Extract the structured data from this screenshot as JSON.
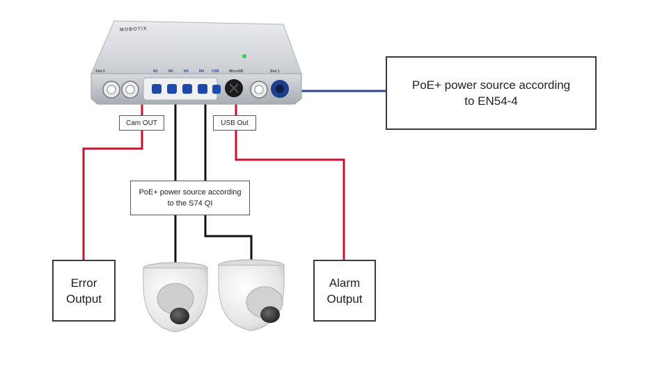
{
  "device": {
    "brand": "MOBOTIX",
    "slot_left": "Slot 2",
    "slot_right": "Slot 1",
    "microsb": "MicroSB",
    "ports": [
      "M1",
      "M2",
      "M3",
      "M4",
      "USB"
    ]
  },
  "labels": {
    "poe_en54": "PoE+ power source according\nto EN54-4",
    "poe_s74": "PoE+ power source according\nto the S74 QI",
    "cam_out": "Cam OUT",
    "usb_out": "USB Out",
    "error_output": "Error\nOutput",
    "alarm_output": "Alarm\nOutput"
  },
  "colors": {
    "red_wire": "#c8102e",
    "black_wire": "#111111",
    "blue_wire": "#2e3f8f",
    "port_blue": "#1f4aa8"
  }
}
